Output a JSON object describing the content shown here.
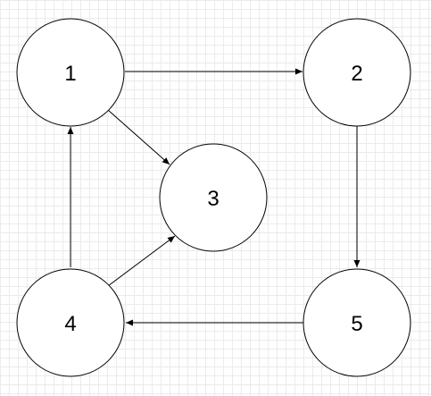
{
  "diagram": {
    "nodes": [
      {
        "id": "1",
        "label": "1"
      },
      {
        "id": "2",
        "label": "2"
      },
      {
        "id": "3",
        "label": "3"
      },
      {
        "id": "4",
        "label": "4"
      },
      {
        "id": "5",
        "label": "5"
      }
    ],
    "edges": [
      {
        "from": "1",
        "to": "2"
      },
      {
        "from": "1",
        "to": "3"
      },
      {
        "from": "2",
        "to": "5"
      },
      {
        "from": "5",
        "to": "4"
      },
      {
        "from": "4",
        "to": "1"
      },
      {
        "from": "4",
        "to": "3"
      }
    ],
    "colors": {
      "background": "#ffffff",
      "grid": "#ebebeb",
      "stroke": "#000000"
    }
  }
}
